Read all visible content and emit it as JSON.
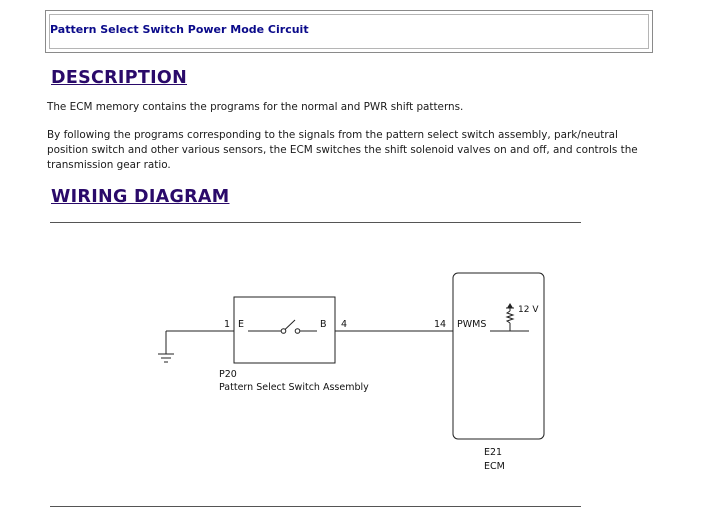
{
  "title": "Pattern Select Switch Power Mode Circuit",
  "description": {
    "heading": "DESCRIPTION",
    "paragraph1": "The ECM memory contains the programs for the normal and PWR shift patterns.",
    "paragraph2": "By following the programs corresponding to the signals from the pattern select switch assembly, park/neutral position switch and other various sensors, the ECM switches the shift solenoid valves on and off, and controls the transmission gear ratio."
  },
  "wiring": {
    "heading": "WIRING DIAGRAM",
    "switch": {
      "pin_left_num": "1",
      "pin_left_name": "E",
      "pin_right_name": "B",
      "pin_right_num": "4",
      "code": "P20",
      "name": "Pattern Select Switch Assembly"
    },
    "ecm": {
      "pin_num": "14",
      "pin_name": "PWMS",
      "voltage": "12 V",
      "code": "E21",
      "name": "ECM"
    }
  }
}
